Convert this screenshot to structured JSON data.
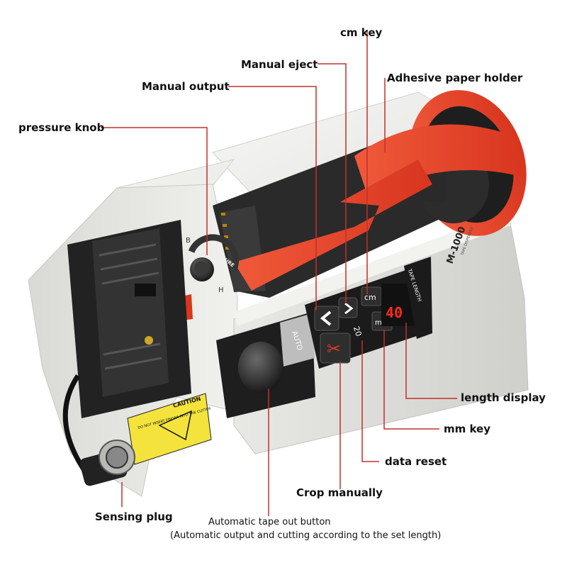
{
  "labels": {
    "cm_key": "cm key",
    "manual_eject": "Manual eject",
    "manual_output": "Manual output",
    "adhesive_paper_holder": "Adhesive paper holder",
    "pressure_knob": "pressure knob",
    "length_display": "length display",
    "mm_key": "mm key",
    "data_reset": "data reset",
    "crop_manually": "Crop manually",
    "sensing_plug": "Sensing plug",
    "auto_button_line1": "Automatic tape out button",
    "auto_button_line2": "(Automatic output and cutting according to the set length)"
  },
  "device": {
    "model": "M-1000",
    "subtitle": "TAPE DISPENSER",
    "tape_length_label": "TAPE LENGTH",
    "display_value": "40",
    "auto_label": "AUTO",
    "cm_label": "cm",
    "mm_label": "mm",
    "reset_label": "20",
    "pressure_label": "PRESSURE",
    "knob_b": "B",
    "knob_h": "H",
    "caution_title": "CAUTION",
    "caution_text": "DO NOT INSERT FINGER INTO THE CUTTER",
    "tape_color": "#e8442a",
    "display_color": "#ff2a1a",
    "leader_color": "#c0302a"
  }
}
